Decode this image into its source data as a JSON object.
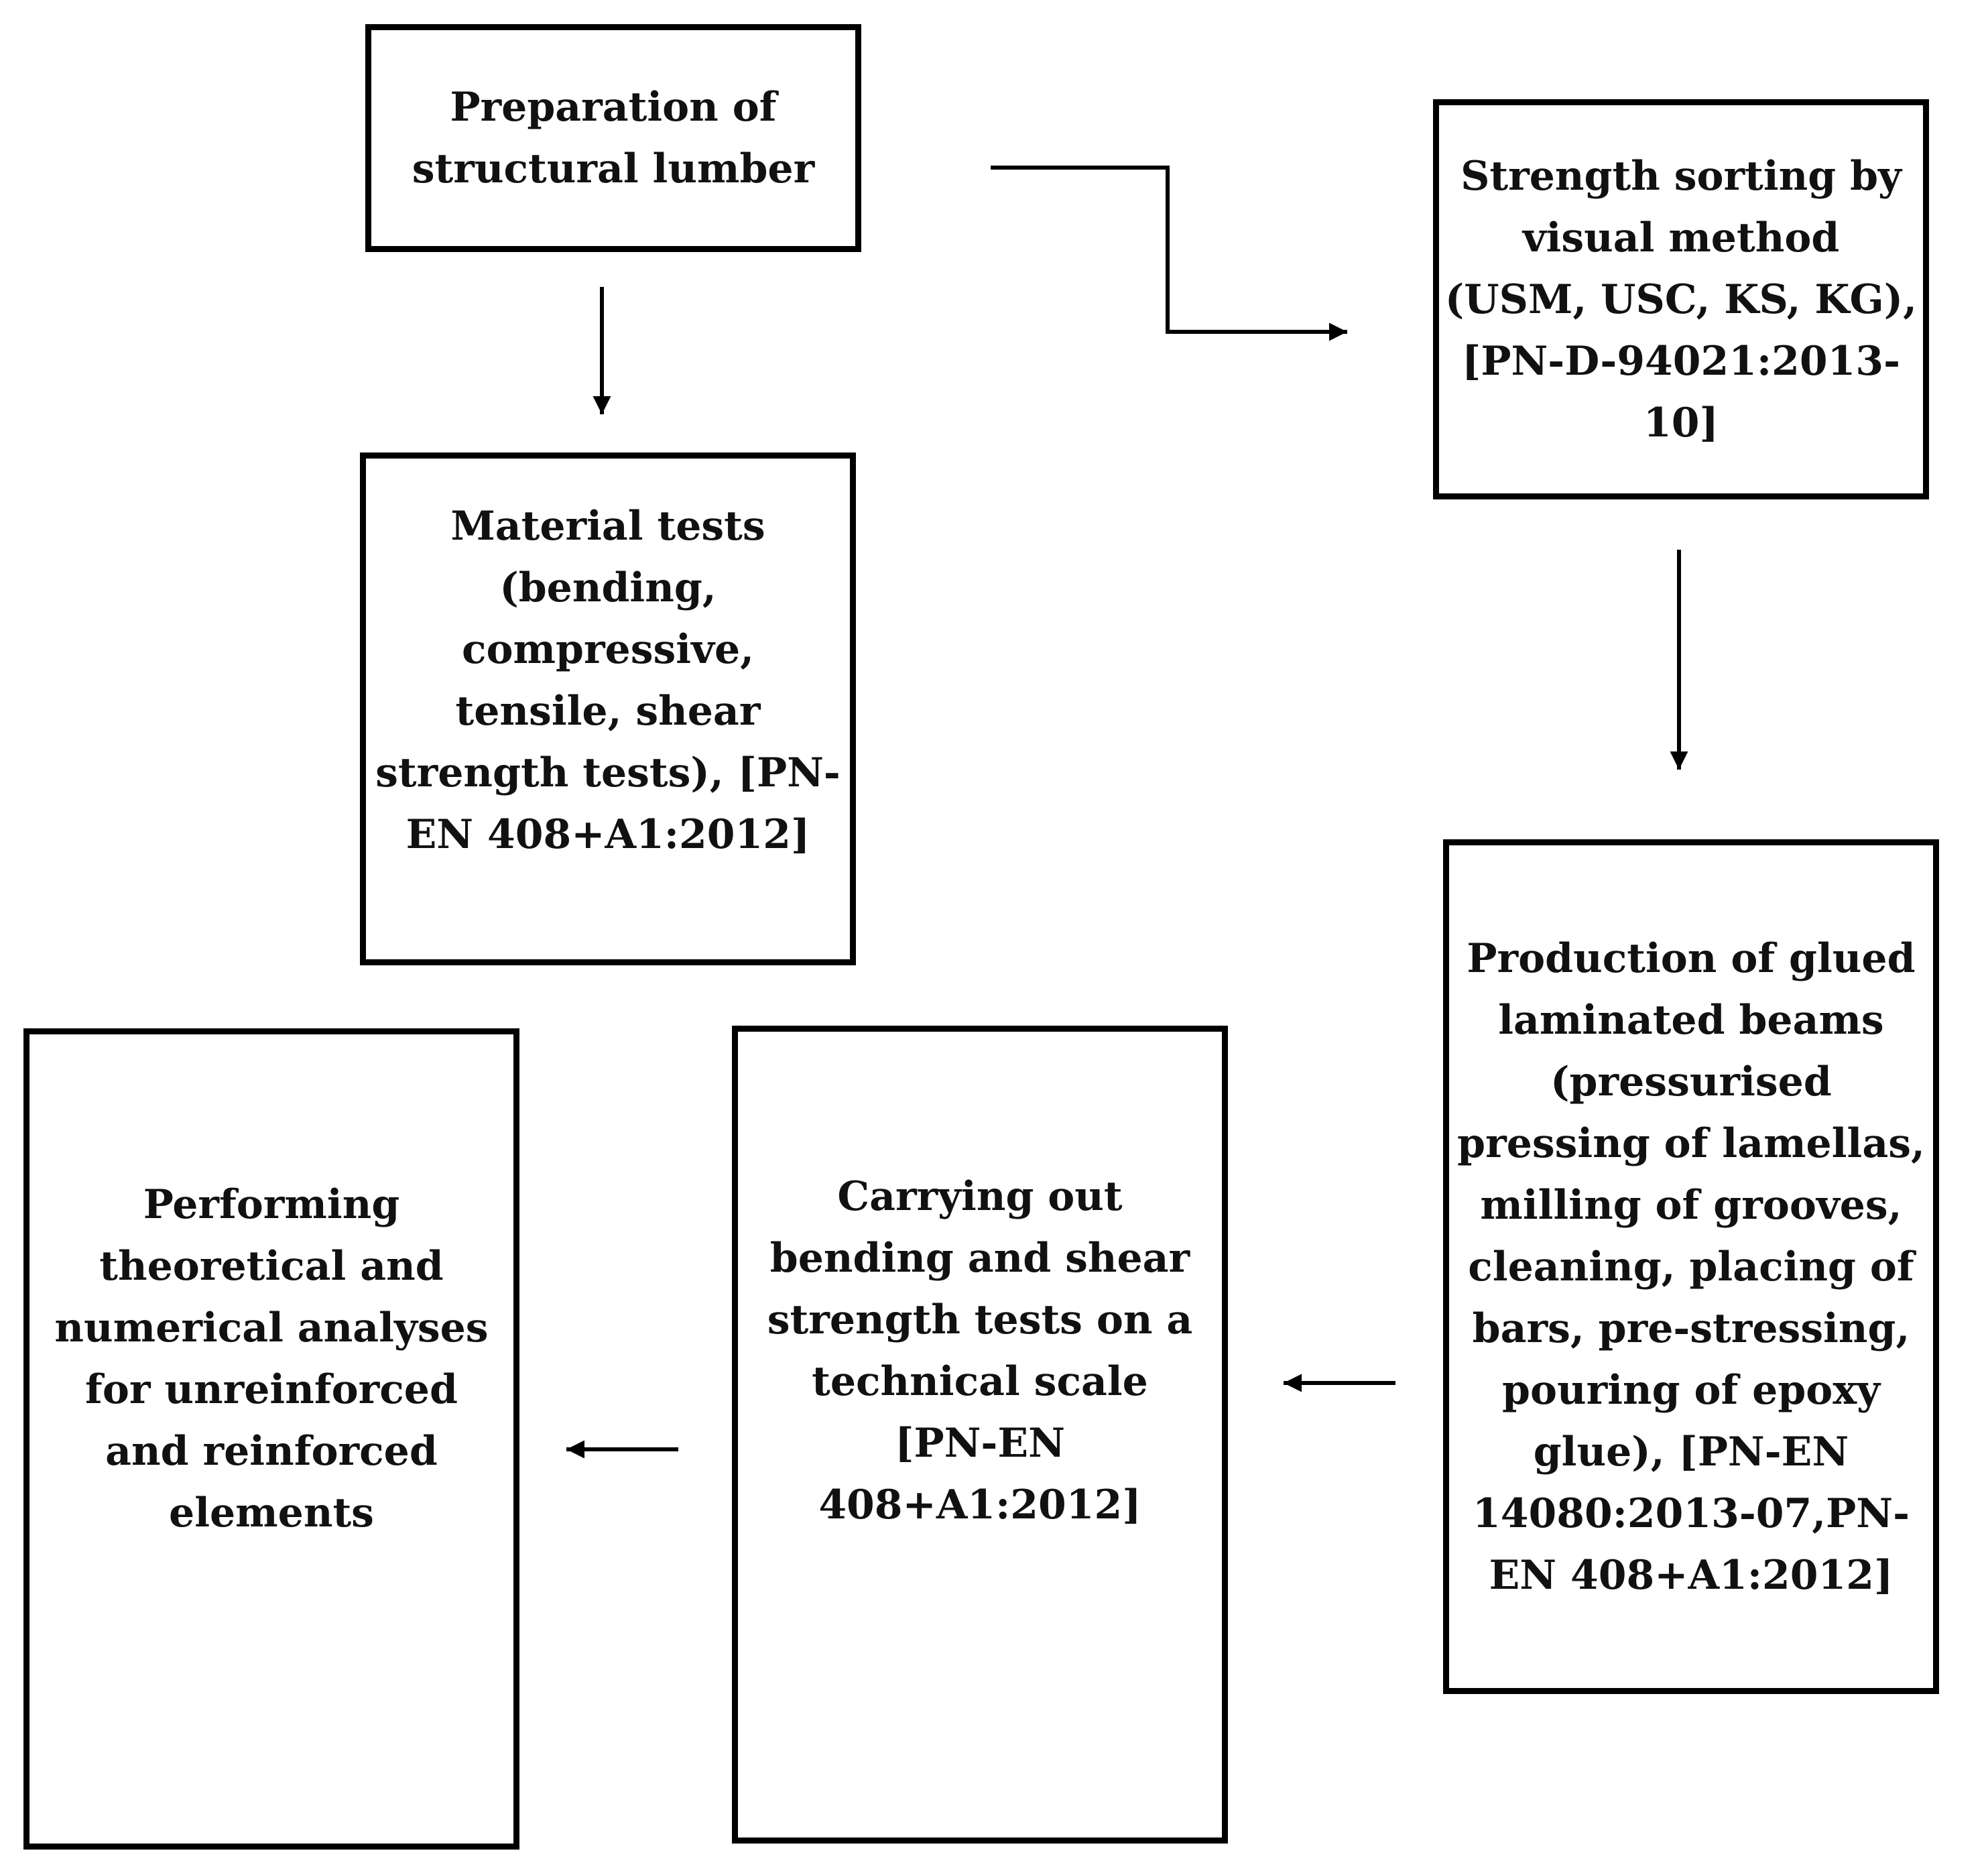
{
  "boxes": {
    "preparation": "Preparation of\nstructural lumber",
    "material_tests": "Material tests\n(bending,\ncompressive,\ntensile, shear\nstrength tests), [PN-\nEN 408+A1:2012]",
    "strength_sorting": "Strength sorting by\nvisual method\n(USM, USC, KS, KG),\n[PN-D-94021:2013-10]",
    "production": "Production of glued\nlaminated beams\n(pressurised\npressing of lamellas,\nmilling of grooves,\ncleaning, placing of\nbars, pre-stressing,\npouring of epoxy\nglue), [PN-EN\n14080:2013-07,PN-\nEN 408+A1:2012]",
    "carrying_out": "Carrying out\nbending and shear\nstrength tests on a\ntechnical scale\n[PN-EN\n408+A1:2012]",
    "performing": "Performing\ntheoretical and\nnumerical analyses\nfor unreinforced\nand reinforced\nelements"
  }
}
